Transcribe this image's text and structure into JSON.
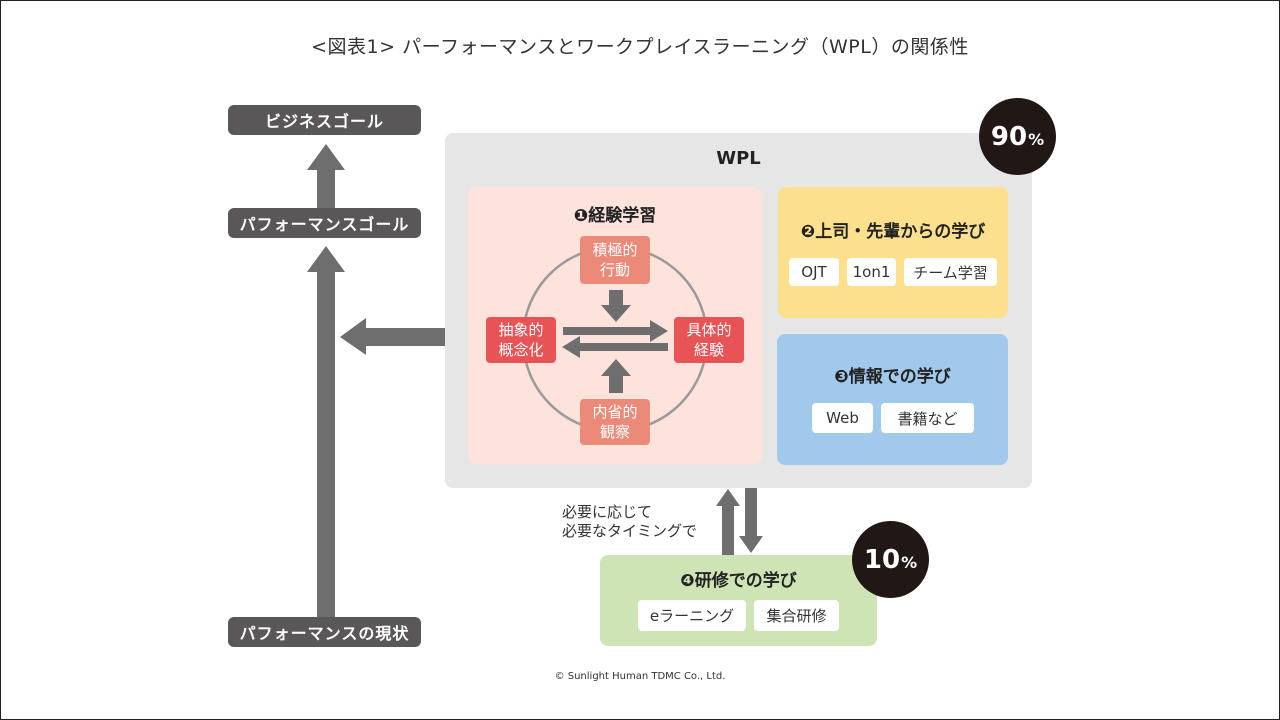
{
  "title": "<図表1> パーフォーマンスとワークプレイスラーニング（WPL）の関係性",
  "left_column": {
    "business_goal": "ビジネスゴール",
    "performance_goal": "パフォーマンスゴール",
    "current_performance": "パフォーマンスの現状"
  },
  "wpl": {
    "title": "WPL",
    "share": {
      "value": "90",
      "unit": "%"
    },
    "experiential": {
      "title": "❶経験学習",
      "top": [
        "積極的",
        "行動"
      ],
      "right": [
        "具体的",
        "経験"
      ],
      "bottom": [
        "内省的",
        "観察"
      ],
      "left": [
        "抽象的",
        "概念化"
      ]
    },
    "boss": {
      "title": "❷上司・先輩からの学び",
      "chips": [
        "OJT",
        "1on1",
        "チーム学習"
      ]
    },
    "info": {
      "title": "❸情報での学び",
      "chips": [
        "Web",
        "書籍など"
      ]
    }
  },
  "training": {
    "title": "❹研修での学び",
    "chips": [
      "eラーニング",
      "集合研修"
    ],
    "share": {
      "value": "10",
      "unit": "%"
    },
    "note": [
      "必要に応じて",
      "必要なタイミングで"
    ]
  },
  "colors": {
    "dark_label": "#595757",
    "arrow": "#6e6e6e",
    "wpl_bg": "#e6e6e7",
    "experiential_bg": "#fde3dc",
    "boss_bg": "#fde08e",
    "info_bg": "#a1c9ec",
    "training_bg": "#cfe4b5",
    "node_light": "#ec8a7a",
    "node_strong": "#e85356",
    "badge": "#211715"
  },
  "copyright": "© Sunlight Human TDMC Co., Ltd."
}
